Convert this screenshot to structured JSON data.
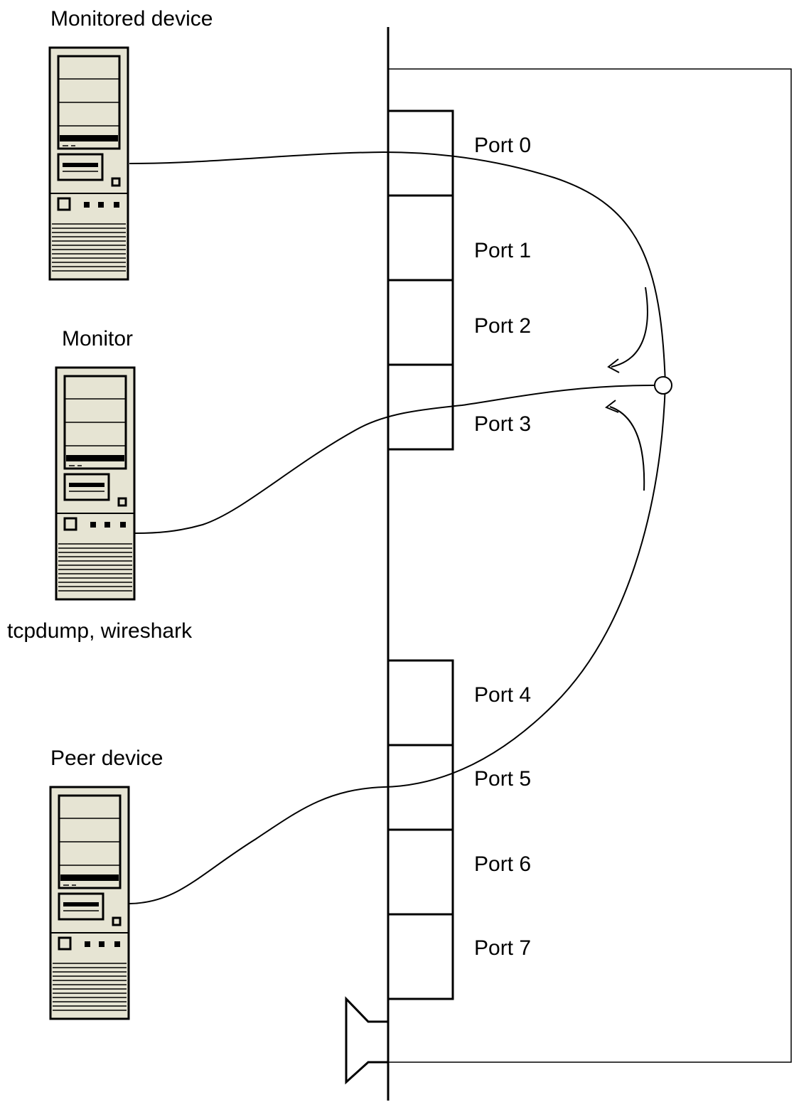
{
  "devices": {
    "monitored": {
      "label": "Monitored device",
      "icon": "pc-tower-icon"
    },
    "monitor": {
      "label": "Monitor",
      "caption": "tcpdump, wireshark",
      "icon": "pc-tower-icon"
    },
    "peer": {
      "label": "Peer device",
      "icon": "pc-tower-icon"
    }
  },
  "switch": {
    "ports": [
      {
        "label": "Port 0"
      },
      {
        "label": "Port 1"
      },
      {
        "label": "Port 2"
      },
      {
        "label": "Port 3"
      },
      {
        "label": "Port 4"
      },
      {
        "label": "Port 5"
      },
      {
        "label": "Port 6"
      },
      {
        "label": "Port 7"
      }
    ]
  },
  "colors": {
    "tower": "#e6e4d3",
    "stroke": "#000000",
    "background": "#ffffff"
  }
}
